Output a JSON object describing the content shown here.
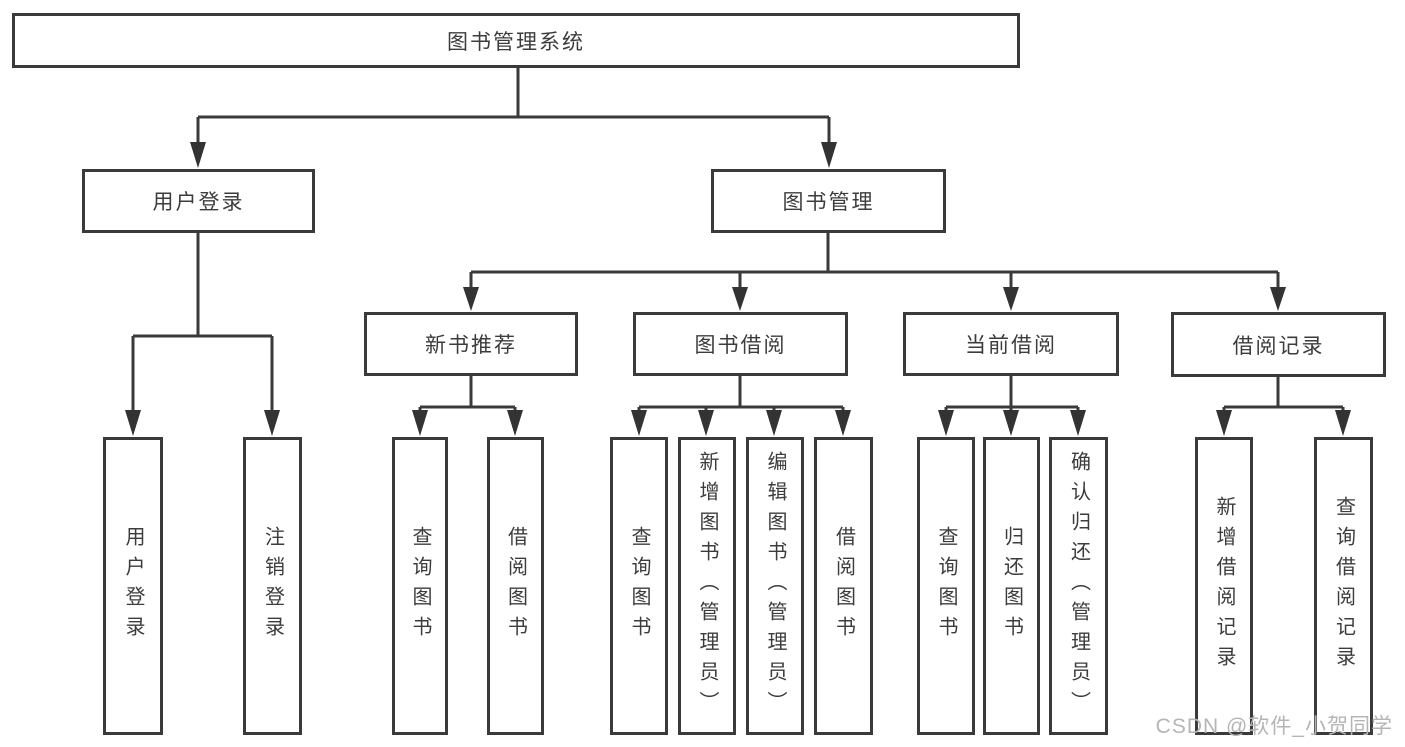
{
  "title": "图书管理系统",
  "tree": {
    "root": "图书管理系统",
    "branches": [
      {
        "label": "用户登录",
        "children": [
          "用户登录",
          "注销登录"
        ]
      },
      {
        "label": "图书管理",
        "sections": [
          {
            "label": "新书推荐",
            "children": [
              "查询图书",
              "借阅图书"
            ]
          },
          {
            "label": "图书借阅",
            "children": [
              "查询图书",
              "新增图书（管理员）",
              "编辑图书（管理员）",
              "借阅图书"
            ]
          },
          {
            "label": "当前借阅",
            "children": [
              "查询图书",
              "归还图书",
              "确认归还（管理员）"
            ]
          },
          {
            "label": "借阅记录",
            "children": [
              "新增借阅记录",
              "查询借阅记录"
            ]
          }
        ]
      }
    ]
  },
  "watermark": "CSDN @软件_小贺同学",
  "colors": {
    "line": "#3a3a3a",
    "box_border": "#3a3a3a",
    "text": "#3c3c3c",
    "watermark_text": "#b5b5b5",
    "background": "#ffffff"
  }
}
